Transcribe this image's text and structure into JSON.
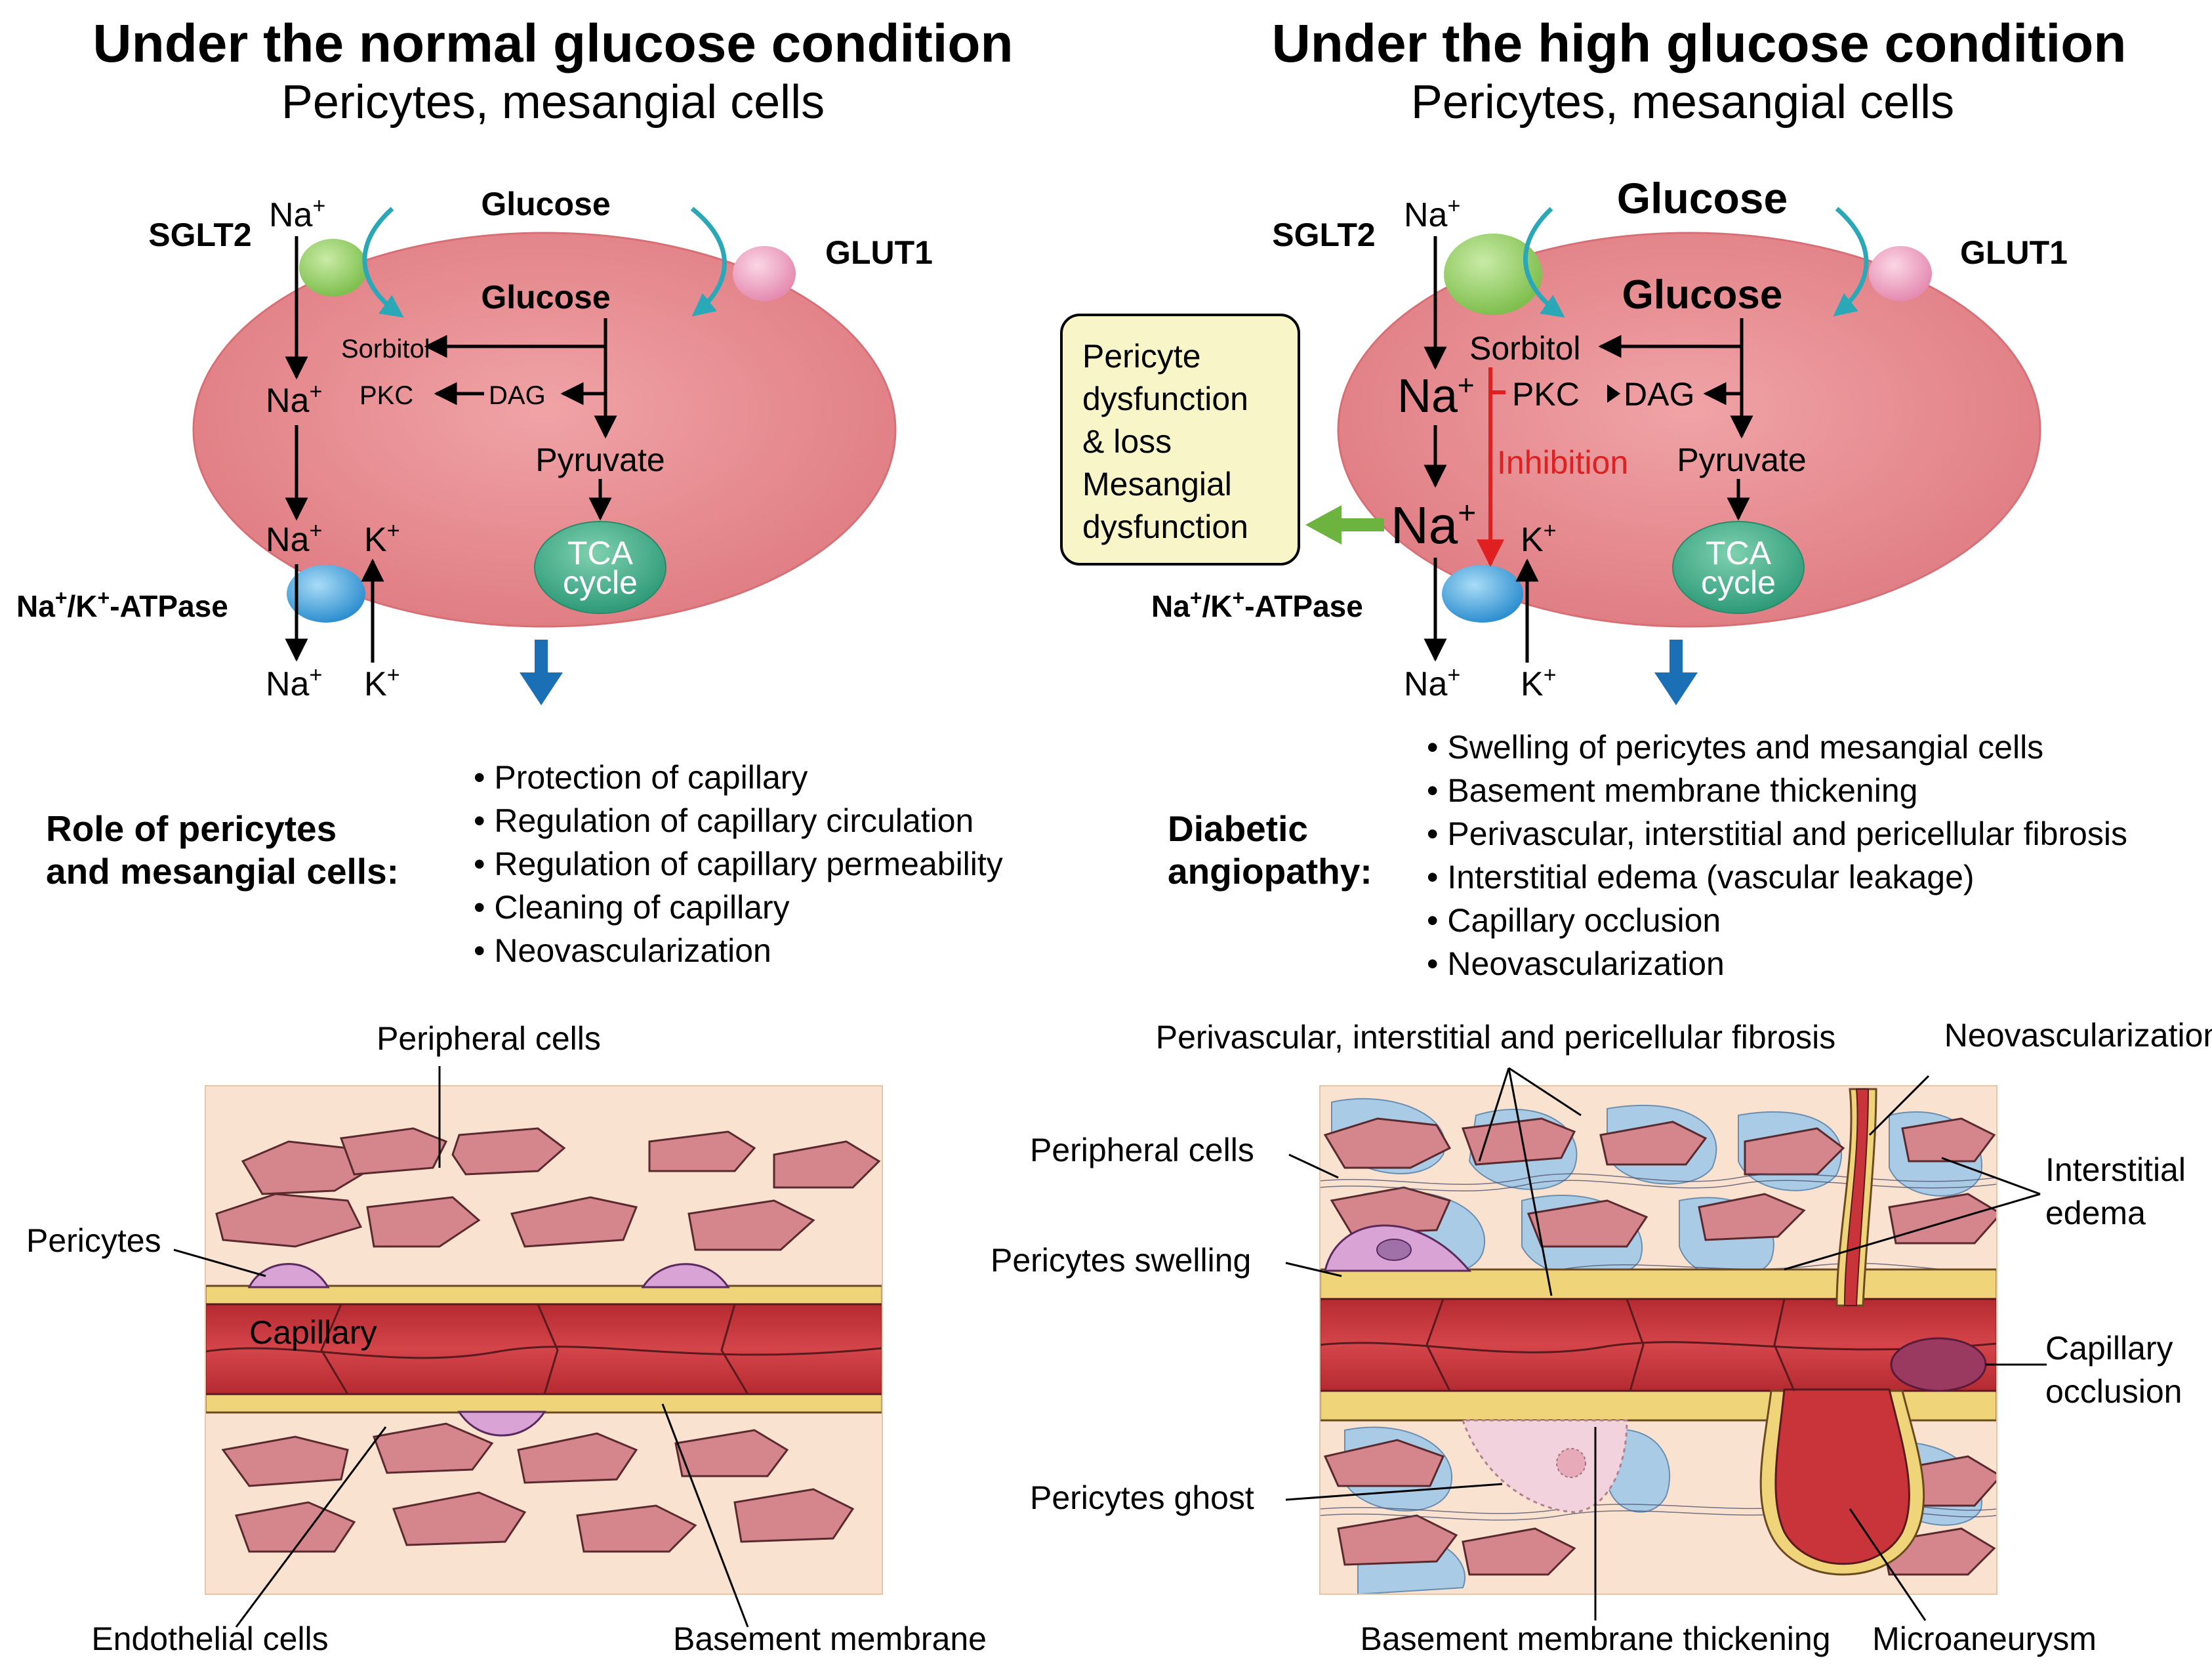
{
  "left": {
    "title": "Under the normal glucose condition",
    "subtitle": "Pericytes, mesangial cells",
    "sglt2": "SGLT2",
    "glut1": "GLUT1",
    "glucose_out": "Glucose",
    "glucose_in": "Glucose",
    "sorbitol": "Sorbitol",
    "pkc": "PKC",
    "dag": "DAG",
    "pyruvate": "Pyruvate",
    "tca1": "TCA",
    "tca2": "cycle",
    "na": "Na",
    "k": "K",
    "plus": "+",
    "atpase_a": "Na",
    "atpase_b": "/K",
    "atpase_c": "-ATPase",
    "role1": "Role of pericytes",
    "role2": "and mesangial cells:",
    "bullets": [
      "• Protection of capillary",
      "• Regulation of capillary circulation",
      "• Regulation of capillary permeability",
      "• Cleaning of capillary",
      "• Neovascularization"
    ],
    "labels": {
      "peripheral": "Peripheral cells",
      "pericytes": "Pericytes",
      "capillary": "Capillary",
      "endothelial": "Endothelial cells",
      "basement": "Basement membrane"
    }
  },
  "right": {
    "title": "Under the high glucose condition",
    "subtitle": "Pericytes, mesangial cells",
    "sglt2": "SGLT2",
    "glut1": "GLUT1",
    "glucose_out": "Glucose",
    "glucose_in": "Glucose",
    "sorbitol": "Sorbitol",
    "pkc": "PKC",
    "dag": "DAG",
    "pyruvate": "Pyruvate",
    "inhibition": "Inhibition",
    "tca1": "TCA",
    "tca2": "cycle",
    "box": [
      "Pericyte",
      "dysfunction",
      "& loss",
      "Mesangial",
      "dysfunction"
    ],
    "angio1": "Diabetic",
    "angio2": "angiopathy:",
    "bullets": [
      "• Swelling of pericytes and mesangial cells",
      "• Basement membrane thickening",
      "• Perivascular, interstitial and pericellular fibrosis",
      "• Interstitial edema (vascular leakage)",
      "• Capillary occlusion",
      "• Neovascularization"
    ],
    "labels": {
      "fibrosis": "Perivascular, interstitial and pericellular fibrosis",
      "neovasc": "Neovascularization",
      "peripheral": "Peripheral cells",
      "edema1": "Interstitial",
      "edema2": "edema",
      "swelling": "Pericytes swelling",
      "occlusion1": "Capillary",
      "occlusion2": "occlusion",
      "ghost": "Pericytes ghost",
      "thickening": "Basement membrane thickening",
      "microaneurysm": "Microaneurysm"
    }
  },
  "colors": {
    "cell_fill": "#e5888c",
    "cell_edge": "#c96a70",
    "sglt2": "#9bcf6e",
    "glut1": "#f0a8c4",
    "atpase": "#4ea9e0",
    "tca": "#3fa584",
    "teal_arrow": "#2ba8b8",
    "blue_arrow": "#1a6fb5",
    "green_arrow": "#6db33f",
    "inhibition": "#e02020",
    "box_fill": "#f8f5c8",
    "tissue_bg": "#f9e2cf",
    "peripheral_fill": "#d4868c",
    "capillary": "#c8343a",
    "membrane": "#f0d47a",
    "pericyte": "#d9a3d6",
    "edema": "#a9cbe6"
  }
}
